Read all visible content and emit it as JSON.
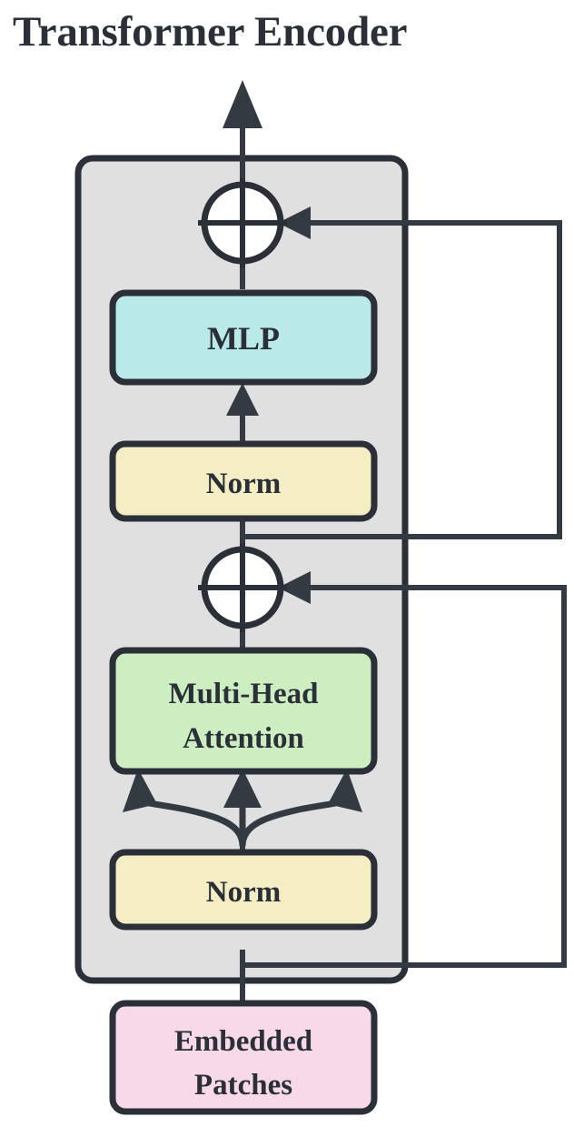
{
  "diagram": {
    "title": "Transformer Encoder",
    "type": "block-diagram",
    "background_color": "#ffffff",
    "stroke_color": "#2b3038",
    "encoder_block": {
      "name": "encoder-block-container",
      "fill": "#e0e0e0",
      "stroke": "#2b3038"
    },
    "nodes": [
      {
        "id": "mlp",
        "label": "MLP",
        "fill": "#b9e9e9",
        "stroke": "#2b3038"
      },
      {
        "id": "norm-top",
        "label": "Norm",
        "fill": "#f5eec4",
        "stroke": "#2b3038"
      },
      {
        "id": "multi-head-attention",
        "label": "Multi-Head Attention",
        "label_line1": "Multi-Head",
        "label_line2": "Attention",
        "fill": "#cdeec0",
        "stroke": "#2b3038"
      },
      {
        "id": "norm-bottom",
        "label": "Norm",
        "fill": "#f5eec4",
        "stroke": "#2b3038"
      },
      {
        "id": "embedded-patches",
        "label": "Embedded Patches",
        "label_line1": "Embedded",
        "label_line2": "Patches",
        "fill": "#f8d9e8",
        "stroke": "#2b3038"
      }
    ],
    "operators": [
      {
        "id": "add-top",
        "symbol": "+",
        "name": "residual-add-mlp",
        "fill": "#ffffff"
      },
      {
        "id": "add-bottom",
        "symbol": "+",
        "name": "residual-add-attention",
        "fill": "#ffffff"
      }
    ],
    "connections": [
      {
        "from": "embedded-patches",
        "to": "norm-bottom",
        "kind": "arrow"
      },
      {
        "from": "norm-bottom",
        "to": "multi-head-attention",
        "kind": "triple-arrow-qkv"
      },
      {
        "from": "multi-head-attention",
        "to": "add-bottom",
        "kind": "arrow"
      },
      {
        "from": "add-bottom",
        "to": "norm-top",
        "kind": "arrow"
      },
      {
        "from": "norm-top",
        "to": "mlp",
        "kind": "arrow"
      },
      {
        "from": "mlp",
        "to": "add-top",
        "kind": "arrow"
      },
      {
        "from": "add-top",
        "to": "output",
        "kind": "arrow"
      },
      {
        "from": "embedded-patches-skip",
        "to": "add-bottom",
        "kind": "residual-skip"
      },
      {
        "from": "add-bottom-skip",
        "to": "add-top",
        "kind": "residual-skip"
      }
    ]
  }
}
